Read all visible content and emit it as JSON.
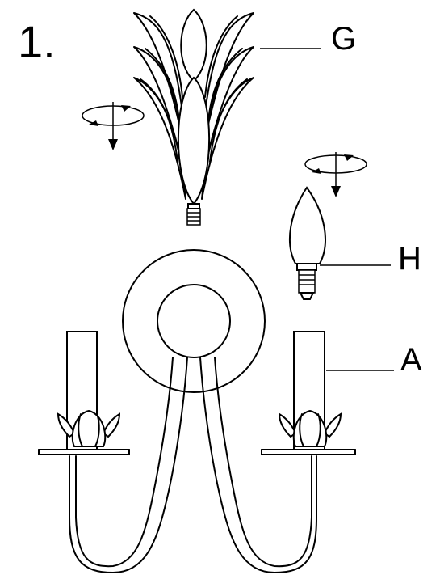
{
  "diagram": {
    "step_number": "1.",
    "labels": {
      "g": "G",
      "h": "H",
      "a": "A"
    },
    "icons": {
      "rotate_top": "rotate-clockwise-arrow-icon",
      "rotate_bulb": "rotate-clockwise-arrow-icon"
    }
  }
}
